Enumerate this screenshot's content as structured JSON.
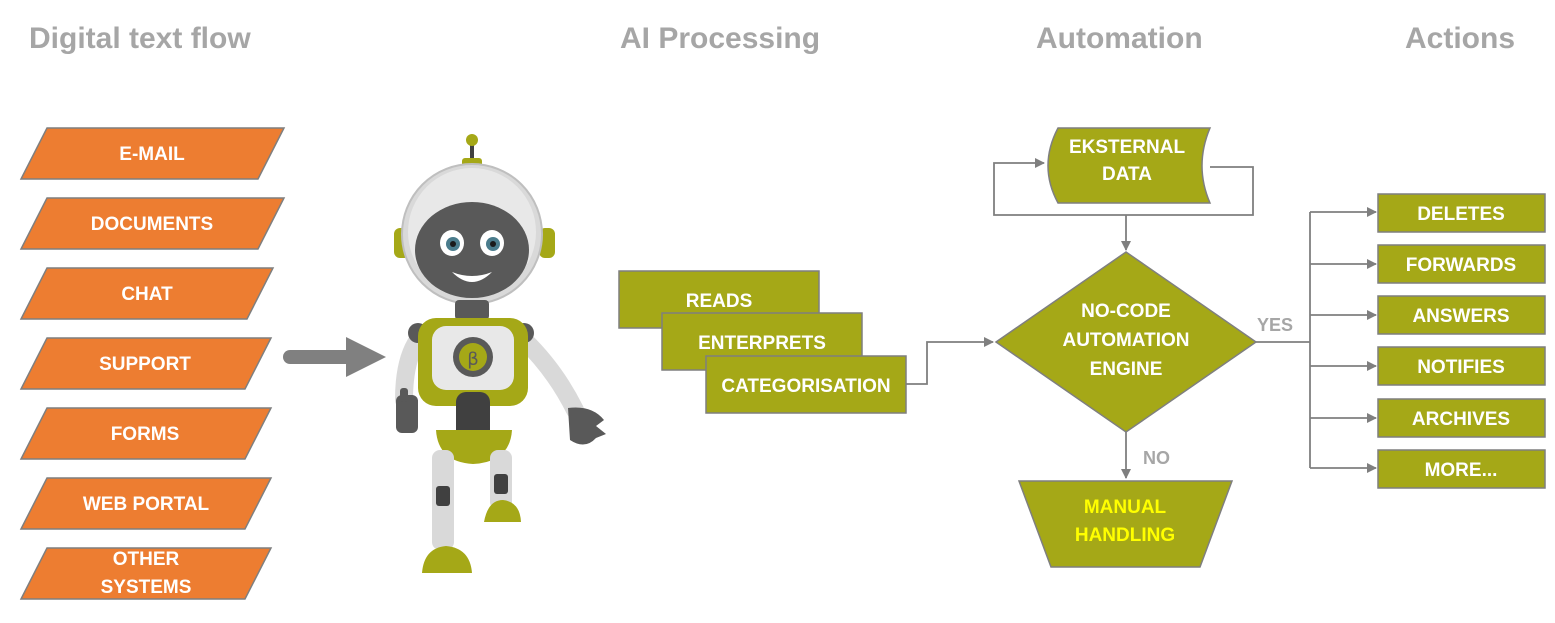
{
  "headers": {
    "digital_text_flow": "Digital text flow",
    "ai_processing": "AI Processing",
    "automation": "Automation",
    "actions": "Actions"
  },
  "sources": [
    "E-MAIL",
    "DOCUMENTS",
    "CHAT",
    "SUPPORT",
    "FORMS",
    "WEB PORTAL",
    "OTHER SYSTEMS"
  ],
  "processing_steps": [
    "READS",
    "ENTERPRETS",
    "CATEGORISATION"
  ],
  "external_data": "EKSTERNAL DATA",
  "engine": "NO-CODE AUTOMATION ENGINE",
  "yes_label": "YES",
  "no_label": "NO",
  "manual_handling": "MANUAL HANDLING",
  "actions": [
    "DELETES",
    "FORWARDS",
    "ANSWERS",
    "NOTIFIES",
    "ARCHIVES",
    "MORE..."
  ],
  "robot_badge": "β",
  "colors": {
    "orange": "#ed7d31",
    "olive": "#a5a817",
    "olive_border": "#7f7f7f",
    "header_gray": "#a6a6a6",
    "arrow_gray": "#7f7f7f",
    "manual_text": "#ffff00"
  },
  "icons": {
    "robot": "robot-mascot",
    "arrow": "arrow-right-icon"
  }
}
